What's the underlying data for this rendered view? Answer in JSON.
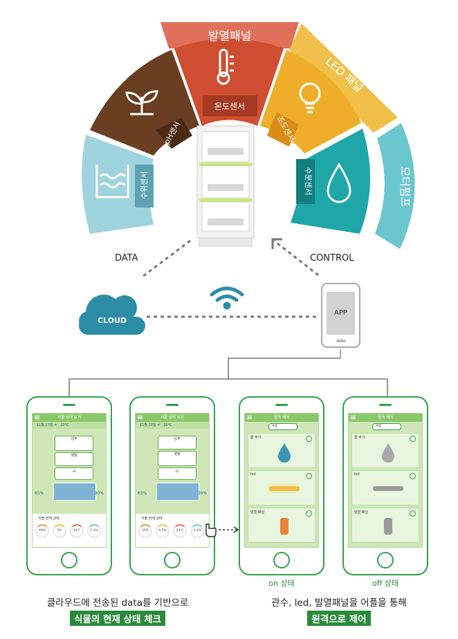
{
  "segments": {
    "outer": [
      "발열패널",
      "LED 패널",
      "모터펌프"
    ],
    "middle": [
      "pH센서",
      "온도센서",
      "조도센서"
    ],
    "inner": [
      "수위센서",
      "수분센서"
    ]
  },
  "labels": {
    "data": "DATA",
    "control": "CONTROL",
    "cloud": "CLOUD",
    "app": "APP"
  },
  "monitor_screen": {
    "title": "식물 상태 보기",
    "date": "11월 27일 ☀",
    "temp": "20℃",
    "cards": [
      "성추",
      "햇빛",
      "+"
    ],
    "panel_title": "식물 현재 상태",
    "gauges_a": [
      "40%",
      "5%",
      "20℃",
      "5.4%"
    ],
    "gauges_b": [
      "30%",
      "4.5%",
      "20℃",
      "5.4%"
    ],
    "percent_a": "65%",
    "percent_b": "30%"
  },
  "control_screen": {
    "title": "원격 제어",
    "toggle": "수동",
    "items": [
      "물 주기",
      "led",
      "발열 패널"
    ]
  },
  "states": {
    "on": "on 상태",
    "off": "off 상태"
  },
  "captions": {
    "left_line1": "클라우드에 전송된 data를 기반으로",
    "left_line2": "식물의 현재 상태 체크",
    "right_line1": "관수, led, 발열패널을 어플을 통해",
    "right_line2": "원격으로 제어"
  },
  "colors": {
    "outer_coral": "#e0705a",
    "outer_yellow": "#f1c04a",
    "outer_teal": "#6cc6ce",
    "mid_brown": "#6a3e21",
    "mid_red": "#cf4e31",
    "mid_orange": "#eeae2a",
    "inner_light_blue": "#9fd3dd",
    "inner_teal": "#1fa6a8",
    "accent_green": "#2fa24a"
  }
}
